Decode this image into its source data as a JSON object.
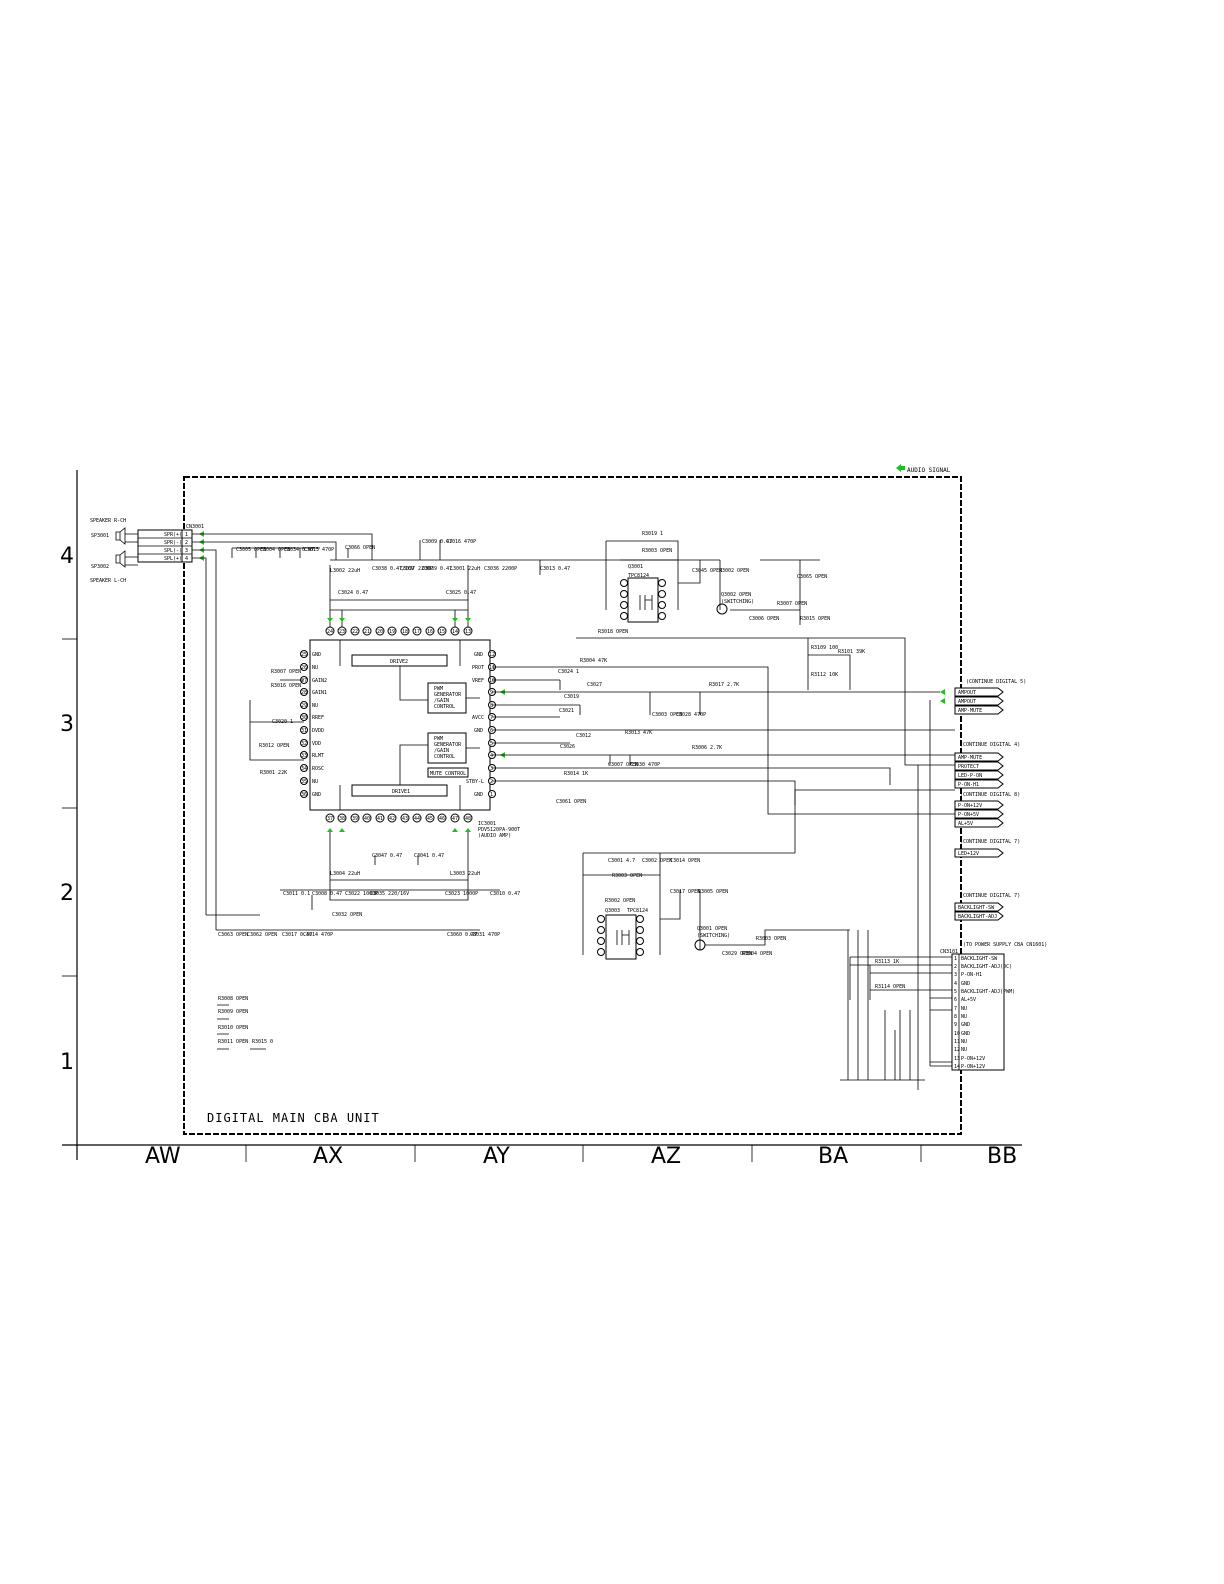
{
  "legend": {
    "label": "AUDIO SIGNAL",
    "color": "#1fbf1f"
  },
  "grid": {
    "rows": [
      "4",
      "3",
      "2",
      "1"
    ],
    "columns": [
      "AW",
      "AX",
      "AY",
      "AZ",
      "BA",
      "BB"
    ]
  },
  "unit_label": "DIGITAL MAIN CBA UNIT",
  "speakers": {
    "right_label": "SPEAKER R-CH",
    "left_label": "SPEAKER L-CH",
    "sp1": "SP3001",
    "sp2": "SP3002",
    "connector": "CN3001",
    "pins": [
      {
        "num": "1",
        "name": "SPR(+)"
      },
      {
        "num": "2",
        "name": "SPR(-)"
      },
      {
        "num": "3",
        "name": "SPL(-)"
      },
      {
        "num": "4",
        "name": "SPL(+)"
      }
    ]
  },
  "ic": {
    "ref": "IC3001",
    "part": "PDV5120PA-900T",
    "desc": "(AUDIO AMP)",
    "drive2": "DRIVE2",
    "drive1": "DRIVE1",
    "pwm_upper": [
      "PWM",
      "GENERATOR",
      "/GAIN",
      "CONTROL"
    ],
    "pwm_lower": [
      "PWM",
      "GENERATOR",
      "/GAIN",
      "CONTROL"
    ],
    "mute_control": "MUTE CONTROL",
    "left_pins": [
      {
        "num": "25",
        "name": "GND"
      },
      {
        "num": "26",
        "name": "NU"
      },
      {
        "num": "27",
        "name": "GAIN2"
      },
      {
        "num": "28",
        "name": "GAIN1"
      },
      {
        "num": "29",
        "name": "NU"
      },
      {
        "num": "30",
        "name": "RREF"
      },
      {
        "num": "31",
        "name": "DVDD"
      },
      {
        "num": "32",
        "name": "VDD"
      },
      {
        "num": "33",
        "name": "RLMT"
      },
      {
        "num": "34",
        "name": "ROSC"
      },
      {
        "num": "35",
        "name": "NU"
      },
      {
        "num": "36",
        "name": "GND"
      }
    ],
    "right_pins": [
      {
        "num": "12",
        "name": "GND"
      },
      {
        "num": "11",
        "name": "PROT"
      },
      {
        "num": "10",
        "name": "VREF"
      },
      {
        "num": "9",
        "name": ""
      },
      {
        "num": "8",
        "name": ""
      },
      {
        "num": "7",
        "name": "AVCC"
      },
      {
        "num": "6",
        "name": "GND"
      },
      {
        "num": "5",
        "name": ""
      },
      {
        "num": "4",
        "name": ""
      },
      {
        "num": "3",
        "name": ""
      },
      {
        "num": "2",
        "name": "STBY-L"
      },
      {
        "num": "1",
        "name": "GND"
      }
    ],
    "top_pins": [
      "24",
      "23",
      "22",
      "21",
      "20",
      "19",
      "18",
      "17",
      "16",
      "15",
      "14",
      "13"
    ],
    "bottom_pins": [
      "37",
      "38",
      "39",
      "40",
      "41",
      "42",
      "43",
      "44",
      "45",
      "46",
      "47",
      "48"
    ]
  },
  "components_top": [
    "C3005 OPEN",
    "C3004 OPEN",
    "C3034 0.47",
    "C3015 470P",
    "C3066 OPEN",
    "C3009 0.47",
    "C3016 470P",
    "C3038 0.47/16V",
    "C3037 2200P",
    "C3039 0.47",
    "C3036 2200P",
    "C3013 0.47",
    "L3002 22uH",
    "L3001 22uH",
    "C3024 0.47",
    "C3025 0.47"
  ],
  "components_mid": [
    "R3007 OPEN",
    "R3016 OPEN",
    "C3020 1",
    "R3012 OPEN",
    "R3001 22K",
    "C3024 1",
    "R3004 47K",
    "C3027",
    "C3019",
    "C3021",
    "C3012",
    "C3026",
    "R3013 47K",
    "C3003 OPEN",
    "C3028 470P",
    "R3017 2.7K",
    "R3006 2.7K",
    "C3007 OPEN",
    "C3030 470P",
    "R3014 1K",
    "C3061 OPEN",
    "R3018 OPEN"
  ],
  "components_bottom": [
    "L3004 22uH",
    "L3003 22uH",
    "C3047 0.47",
    "C3041 0.47",
    "C3011 0.1",
    "C3008 0.47",
    "C3022 1000P",
    "C3035 220/16V",
    "C3023 1000P",
    "C3010 0.47",
    "C3032 OPEN",
    "C3063 OPEN",
    "C3062 OPEN",
    "C3017 0.47",
    "C3014 470P",
    "C3060 0.47",
    "C3031 470P"
  ],
  "switching_upper": {
    "ref": "Q3001",
    "part": "TPC8124",
    "r1": "R3019 1",
    "r2": "R3003 OPEN",
    "c": "C3045 OPEN",
    "r3": "R3002 OPEN",
    "q": "Q3002 OPEN",
    "q_desc": "(SWITCHING)",
    "c2": "C3006 OPEN",
    "r4": "R3007 OPEN",
    "c3": "C3065 OPEN",
    "r5": "R3015 OPEN",
    "r6": "R3109 100",
    "r7": "R3112 10K",
    "r8": "R3101 39K"
  },
  "switching_lower": {
    "ref": "Q3003",
    "part": "TPC8124",
    "c1": "C3001 4.7",
    "c2": "C3002 OPEN",
    "c3": "C3014 OPEN",
    "r1": "R3003 OPEN",
    "r2": "R3002 OPEN",
    "c4": "C3017 OPEN",
    "r3": "R3005 OPEN",
    "q": "Q3001 OPEN",
    "q_desc": "(SWITCHING)",
    "c5": "C3029 OPEN",
    "r4": "R3003 OPEN",
    "r5": "R3004 OPEN"
  },
  "continue_groups": [
    {
      "header": "(CONTINUE DIGITAL 5)",
      "signals": [
        "AMPOUT",
        "AMPOUT",
        "AMP-MUTE"
      ]
    },
    {
      "header": "(CONTINUE DIGITAL 4)",
      "signals": [
        "AMP-MUTE",
        "PROTECT",
        "LED-P-ON",
        "P-ON-H1"
      ]
    },
    {
      "header": "(CONTINUE DIGITAL 8)",
      "signals": [
        "P-ON+12V",
        "P-ON+5V",
        "AL+5V"
      ]
    },
    {
      "header": "(CONTINUE DIGITAL 7)",
      "signals": [
        "LED+12V"
      ]
    },
    {
      "header": "(CONTINUE DIGITAL 7)",
      "signals": [
        "BACKLIGHT-SW",
        "BACKLIGHT-ADJ"
      ]
    }
  ],
  "power_connector": {
    "ref": "CN3101",
    "header": "(TO POWER SUPPLY CBA CN1601)",
    "pins": [
      {
        "num": "1",
        "name": "BACKLIGHT-SW"
      },
      {
        "num": "2",
        "name": "BACKLIGHT-ADJ(DC)"
      },
      {
        "num": "3",
        "name": "P-ON-H1"
      },
      {
        "num": "4",
        "name": "GND"
      },
      {
        "num": "5",
        "name": "BACKLIGHT-ADJ(PWM)"
      },
      {
        "num": "6",
        "name": "AL+5V"
      },
      {
        "num": "7",
        "name": "NU"
      },
      {
        "num": "8",
        "name": "NU"
      },
      {
        "num": "9",
        "name": "GND"
      },
      {
        "num": "10",
        "name": "GND"
      },
      {
        "num": "11",
        "name": "NU"
      },
      {
        "num": "12",
        "name": "NU"
      },
      {
        "num": "13",
        "name": "P-ON+12V"
      },
      {
        "num": "14",
        "name": "P-ON+12V"
      }
    ],
    "r1": "R3113 1K",
    "r2": "R3114 OPEN"
  },
  "bottom_left_parts": [
    "R3008 OPEN",
    "R3009 OPEN",
    "R3010 OPEN",
    "R3011 OPEN",
    "R3015 0"
  ]
}
